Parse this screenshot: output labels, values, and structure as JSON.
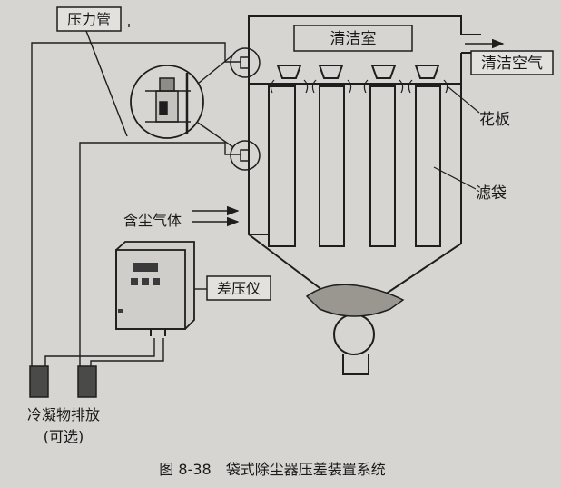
{
  "labels": {
    "pressure_pipe": "压力管",
    "clean_room": "清洁室",
    "clean_air": "清洁空气",
    "flower_plate": "花板",
    "filter_bag": "滤袋",
    "dusty_gas": "含尘气体",
    "dp_meter": "差压仪",
    "condensate": "冷凝物排放",
    "optional": "(可选)"
  },
  "caption": "图 8-38　袋式除尘器压差装置系统",
  "colors": {
    "line": "#1e1e1e",
    "background": "#d6d5d2",
    "dust": "#9a9690"
  }
}
